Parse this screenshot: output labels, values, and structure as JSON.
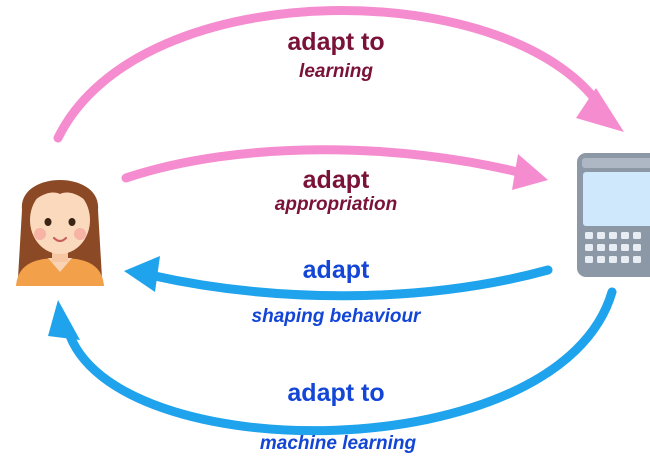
{
  "arrows": {
    "adapt_to_learning": {
      "main": "adapt to",
      "sub": "learning"
    },
    "adapt_appropriation": {
      "main": "adapt",
      "sub": "appropriation"
    },
    "adapt_shaping": {
      "main": "adapt",
      "sub": "shaping behaviour"
    },
    "adapt_to_ml": {
      "main": "adapt to",
      "sub": "machine learning"
    }
  },
  "colors": {
    "pink_arrow": "#f58ccf",
    "blue_arrow": "#1ea3ec",
    "maroon_text": "#7a1238",
    "blue_text": "#1346d6"
  },
  "icons": {
    "person": "person-icon",
    "device": "device-icon"
  }
}
